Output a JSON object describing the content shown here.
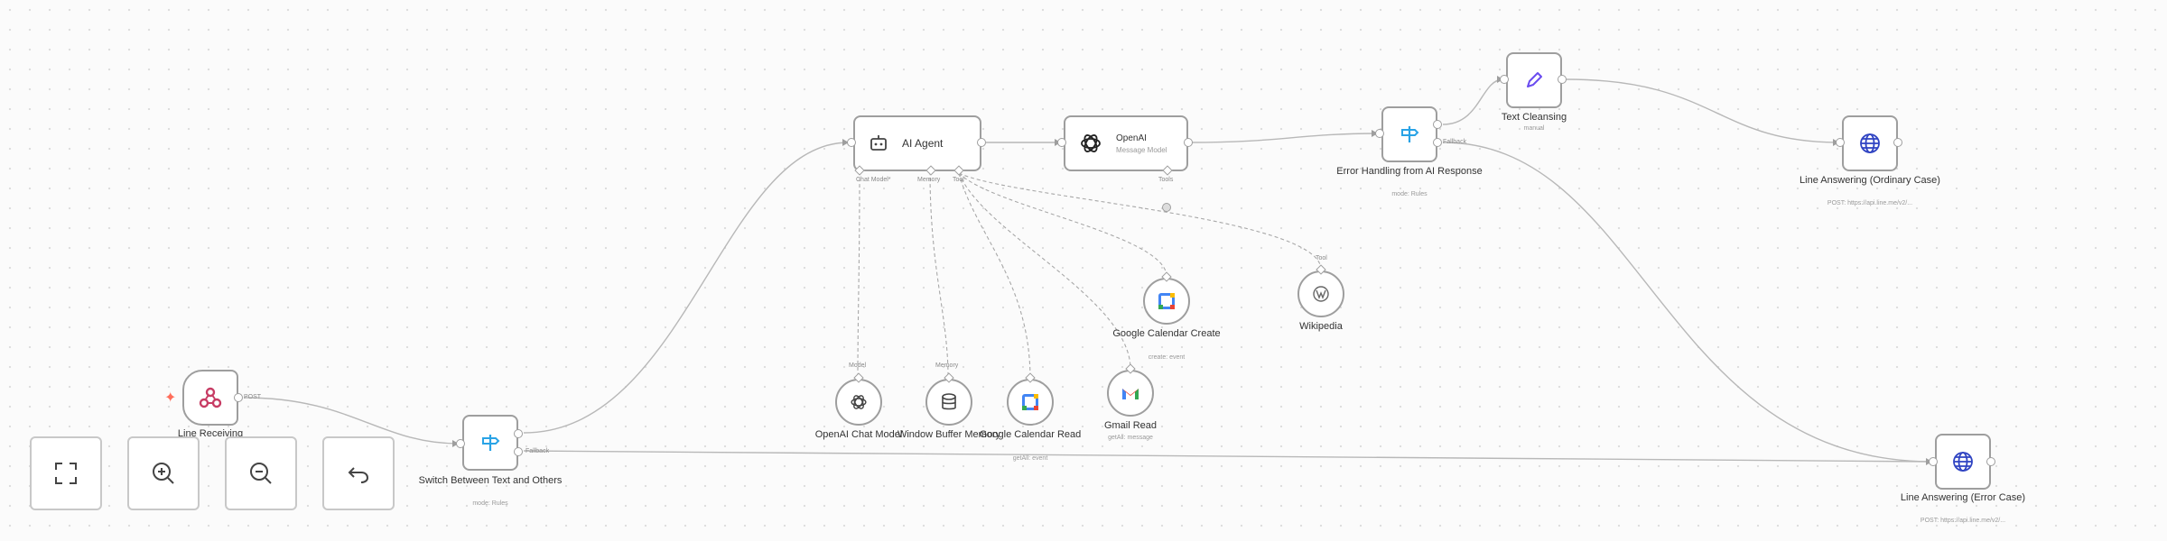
{
  "nodes": {
    "line_receiving": {
      "title": "Line Receiving",
      "output": "POST"
    },
    "switch": {
      "title": "Switch Between Text and Others",
      "sub": "mode: Rules",
      "output": "Fallback"
    },
    "ai_agent": {
      "title": "AI Agent",
      "ports": [
        "Chat Model*",
        "Memory",
        "Tool"
      ]
    },
    "openai": {
      "title": "OpenAI",
      "sub": "Message Model",
      "port": "Tools"
    },
    "error_handling": {
      "title": "Error Handling from AI Response",
      "sub": "mode: Rules",
      "output": "Fallback"
    },
    "text_cleansing": {
      "title": "Text Cleansing",
      "sub": "manual"
    },
    "line_answering_ordinary": {
      "title": "Line Answering (Ordinary Case)",
      "sub": "POST: https://api.line.me/v2/..."
    },
    "line_answering_error": {
      "title": "Line Answering (Error Case)",
      "sub": "POST: https://api.line.me/v2/..."
    },
    "openai_chat_model": {
      "title": "OpenAI Chat Model",
      "tag": "Model"
    },
    "window_buffer_memory": {
      "title": "Window Buffer Memory",
      "tag": "Memory"
    },
    "google_calendar_read": {
      "title": "Google Calendar Read",
      "sub": "getAll: event"
    },
    "gmail_read": {
      "title": "Gmail Read",
      "sub": "getAll: message"
    },
    "google_calendar_create": {
      "title": "Google Calendar Create",
      "sub": "create: event"
    },
    "wikipedia": {
      "title": "Wikipedia",
      "tag": "Tool"
    }
  },
  "controls": {
    "fit": "fit-view",
    "zoom_in": "zoom-in",
    "zoom_out": "zoom-out",
    "undo": "undo"
  },
  "colors": {
    "edge": "#b0b0b0",
    "node_border": "#9e9e9e",
    "trigger": "#ff6d5a",
    "switch_icon": "#29a3e6",
    "globe_icon": "#2f43c2",
    "pencil_icon": "#6a4cf0"
  }
}
